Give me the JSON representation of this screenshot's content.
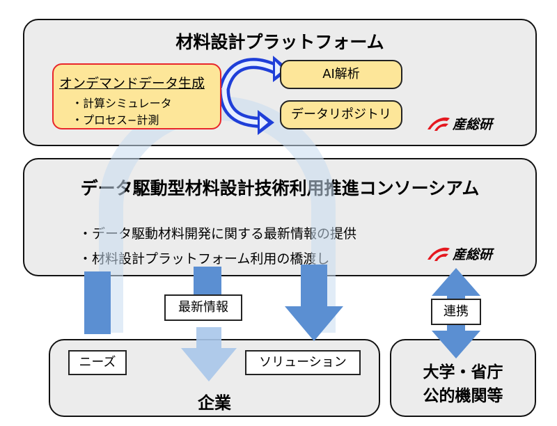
{
  "platform": {
    "title": "材料設計プラットフォーム",
    "ondemand": {
      "heading": "オンデマンドデータ生成",
      "items": [
        "・計算シミュレータ",
        "・プロセス−計測"
      ]
    },
    "ai_label": "AI解析",
    "repository_label": "データリポジトリ",
    "logo_text": "産総研"
  },
  "consortium": {
    "title": "データ駆動型材料設計技術利用推進コンソーシアム",
    "bullets": [
      "・データ駆動材料開発に関する最新情報の提供",
      "・材料設計プラットフォーム利用の橋渡し"
    ],
    "logo_text": "産総研"
  },
  "flows": {
    "latest_info": "最新情報",
    "needs": "ニーズ",
    "solutions": "ソリューション",
    "cooperation": "連携"
  },
  "companies": {
    "label": "企業"
  },
  "institutions": {
    "line1": "大学・省庁",
    "line2": "公的機関等"
  },
  "colors": {
    "arrow_blue": "#5b8fd2",
    "arrow_light": "#d2e2f3",
    "box_gray": "#ececec",
    "box_yellow": "#fde699",
    "ondemand_border": "#e8262b",
    "logo_red": "#e4181f"
  }
}
